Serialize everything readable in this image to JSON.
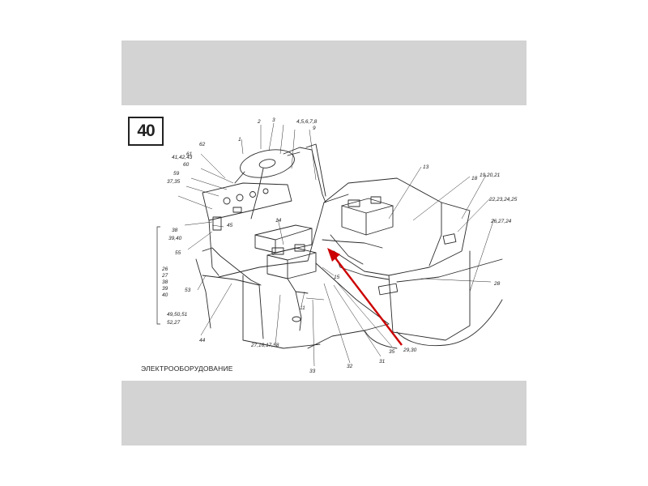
{
  "plate": {
    "number": "40"
  },
  "caption": "ЭЛЕКТРООБОРУДОВАНИЕ",
  "accent_color": "#cc0000",
  "callouts": {
    "c1": "1",
    "c2": "2",
    "c3": "3",
    "c4": "4,5,6,7,8",
    "c5": "9",
    "c6": "41,42,43",
    "c7": "62",
    "c8": "61",
    "c9": "60",
    "c10": "59",
    "c11": "37,35",
    "c12": "45",
    "c13": "38",
    "c14": "39,40",
    "c15": "55",
    "c16": "26",
    "c17": "27",
    "c18": "38",
    "c19": "39",
    "c20": "40",
    "c21": "53",
    "c22": "49,50,51",
    "c23": "52,27",
    "c24": "44",
    "c25": "14",
    "c26": "13",
    "c27": "18",
    "c28": "19,20,21",
    "c29": "22,23,24,25",
    "c30": "26,27,24",
    "c31": "28",
    "c32": "15",
    "c33": "11",
    "c34": "27,16,17,58",
    "c35": "33",
    "c36": "32",
    "c37": "31",
    "c38": "35",
    "c39": "29,30"
  }
}
